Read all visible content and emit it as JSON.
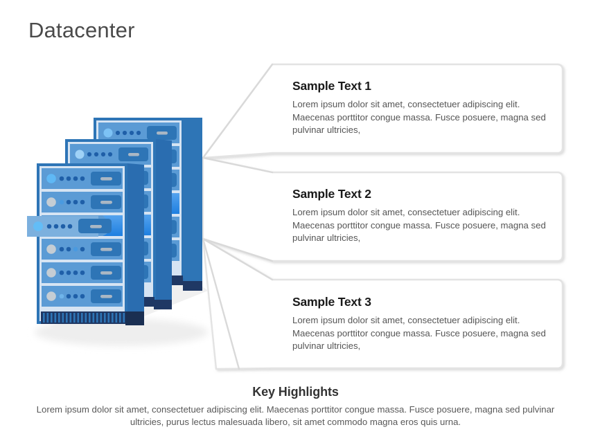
{
  "slide": {
    "title": "Datacenter",
    "background_color": "#ffffff"
  },
  "colors": {
    "title_text": "#4a4a4a",
    "heading_text": "#1a1a1a",
    "body_text": "#555555",
    "box_border": "#e3e3e3",
    "box_fill": "#ffffff",
    "connector_line": "#d9d9d9",
    "rack_panel_light": "#5b9bd5",
    "rack_panel_mid": "#7cb0de",
    "rack_frame": "#2e75b6",
    "rack_side_dark": "#2a6db0",
    "rack_base_navy": "#1f3864",
    "rack_accent_bright": "#1e90ff",
    "rack_dot_dark": "#1f5fa8",
    "rack_led_gray": "#c5cdd4",
    "shadow": "#e8e8e8"
  },
  "callouts": [
    {
      "id": "callout-1",
      "heading": "Sample Text 1",
      "body": "Lorem ipsum dolor sit amet, consectetuer adipiscing elit. Maecenas porttitor congue massa. Fusce posuere, magna sed pulvinar ultricies,"
    },
    {
      "id": "callout-2",
      "heading": "Sample Text 2",
      "body": "Lorem ipsum dolor sit amet, consectetuer adipiscing elit. Maecenas porttitor congue massa. Fusce posuere, magna sed pulvinar ultricies,"
    },
    {
      "id": "callout-3",
      "heading": "Sample Text 3",
      "body": "Lorem ipsum dolor sit amet, consectetuer adipiscing elit. Maecenas porttitor congue massa. Fusce posuere, magna sed pulvinar ultricies,"
    }
  ],
  "footer": {
    "title": "Key Highlights",
    "body": "Lorem ipsum dolor sit amet, consectetuer adipiscing elit. Maecenas porttitor congue massa. Fusce posuere, magna sed pulvinar ultricies, purus lectus malesuada libero, sit amet commodo magna eros quis urna."
  },
  "illustration": {
    "name": "server-rack-stack",
    "rack_count": 3,
    "units_per_rack": 6,
    "leds_per_unit": 4
  }
}
